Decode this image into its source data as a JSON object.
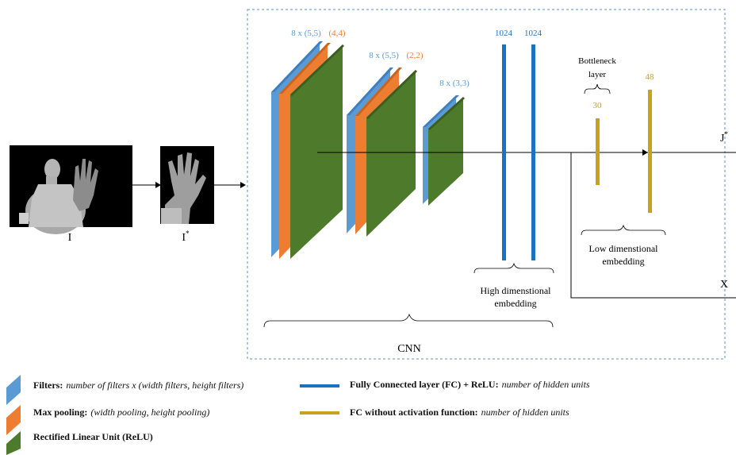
{
  "colors": {
    "filter": "#5b9bd5",
    "pool": "#ed7d31",
    "relu": "#4e7a2c",
    "fc_relu": "#1a73c2",
    "fc_linear": "#c9a11b",
    "frame": "#5b8fc7"
  },
  "diagram": {
    "input_label": "I",
    "input_star_label": "I",
    "input_star_sup": "*",
    "conv1_label_a": "8 x (5,5)",
    "conv1_label_b": "(4,4)",
    "conv2_label_a": "8 x (5,5)",
    "conv2_label_b": "(2,2)",
    "conv3_label": "8 x (3,3)",
    "fc1_units": "1024",
    "fc2_units": "1024",
    "bottleneck_label_line1": "Bottleneck",
    "bottleneck_label_line2": "layer",
    "bottleneck_units": "30",
    "fc_out_units": "48",
    "output_j": "J",
    "output_j_sup": "*",
    "output_x": "X",
    "high_dim_line1": "High dimenstional",
    "high_dim_line2": "embedding",
    "low_dim_line1": "Low dimenstional",
    "low_dim_line2": "embedding",
    "cnn_label": "CNN"
  },
  "legend": {
    "filters_title": "Filters:",
    "filters_desc": "number of filters x (width filters, height filters)",
    "pool_title": "Max pooling:",
    "pool_desc": "(width pooling, height pooling)",
    "relu_title": "Rectified Linear Unit (ReLU)",
    "fc_relu_title": "Fully Connected layer (FC) + ReLU:",
    "fc_relu_desc": "number of hidden units",
    "fc_linear_title": "FC without activation function:",
    "fc_linear_desc": "number of hidden units"
  }
}
